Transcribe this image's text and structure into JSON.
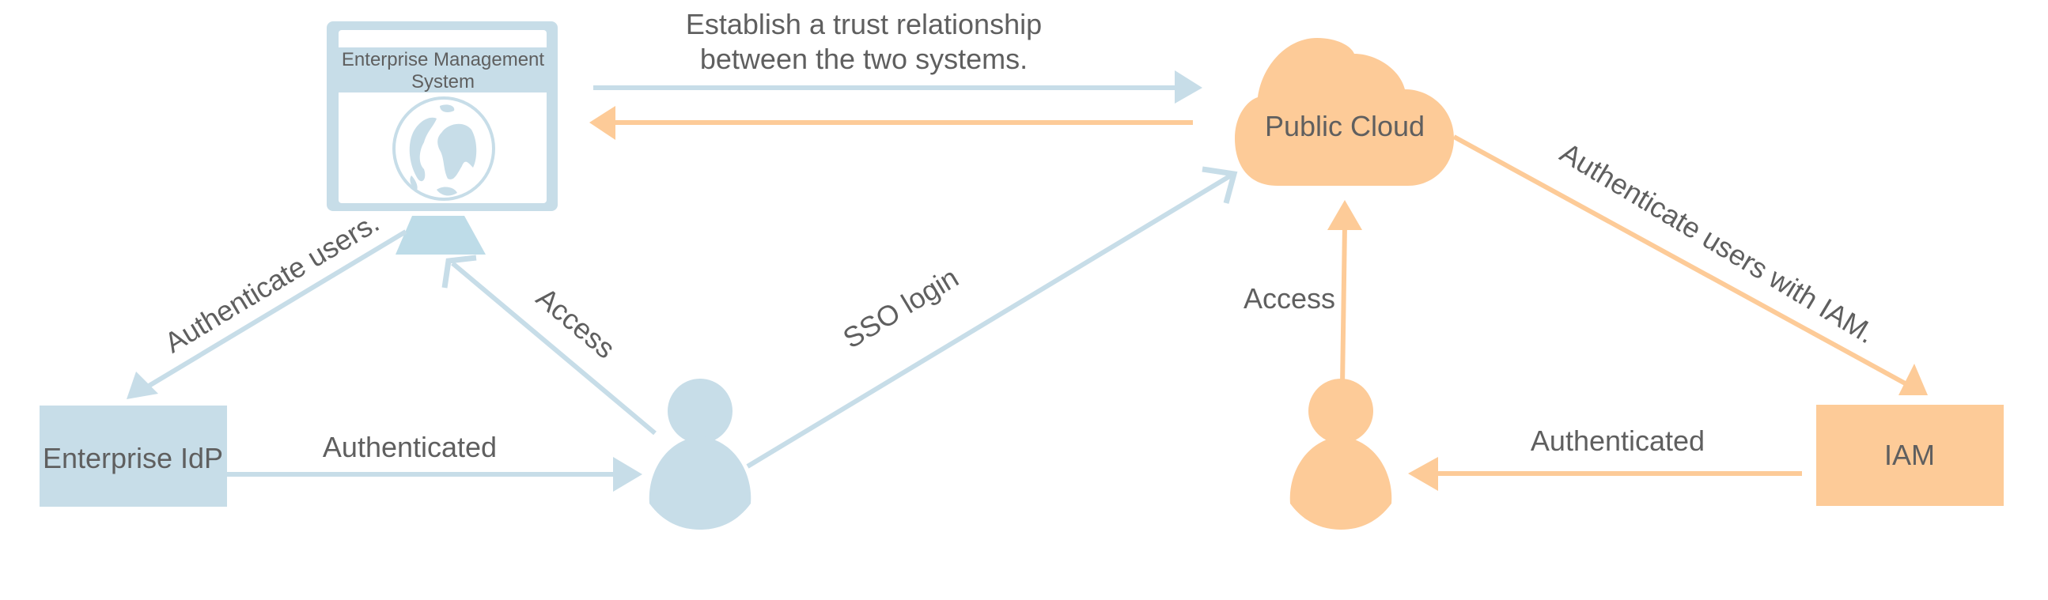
{
  "colors": {
    "enterprise_blue": "#c7dde8",
    "stand_blue": "#bedce8",
    "cloud_orange": "#fdcb98",
    "text_gray": "#5f5f5f"
  },
  "nodes": {
    "ems": {
      "label_line1": "Enterprise Management",
      "label_line2": "System",
      "icon": "globe-icon"
    },
    "idp": {
      "label": "Enterprise IdP"
    },
    "enterprise_user": {
      "icon": "user-icon"
    },
    "cloud": {
      "label": "Public Cloud",
      "icon": "cloud-icon"
    },
    "cloud_user": {
      "icon": "user-icon"
    },
    "iam": {
      "label": "IAM"
    }
  },
  "edges": {
    "trust": {
      "label_line1": "Establish a trust relationship",
      "label_line2": "between the two systems."
    },
    "auth_users": {
      "label": "Authenticate users."
    },
    "access_ems": {
      "label": "Access"
    },
    "authenticated_left": {
      "label": "Authenticated"
    },
    "sso_login": {
      "label": "SSO login"
    },
    "access_cloud": {
      "label": "Access"
    },
    "auth_iam": {
      "label": "Authenticate users with IAM."
    },
    "authenticated_right": {
      "label": "Authenticated"
    }
  }
}
